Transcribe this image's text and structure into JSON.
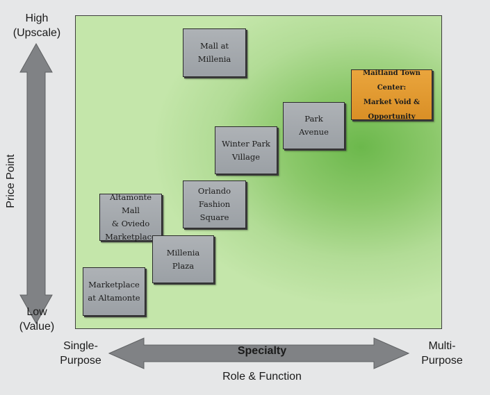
{
  "y_axis": {
    "top_label": "High\n(Upscale)",
    "bottom_label": "Low\n(Value)",
    "title": "Price Point"
  },
  "x_axis": {
    "left_label": "Single-\nPurpose",
    "right_label": "Multi-\nPurpose",
    "middle_label": "Specialty",
    "title": "Role & Function"
  },
  "colors": {
    "box_fill": "#a3a7ab",
    "highlight_fill": "#e29a30",
    "plot_green": "#8bc86a",
    "arrow_fill": "#808285"
  },
  "boxes": [
    {
      "id": "mall-at-millenia",
      "label": "Mall at\nMillenia"
    },
    {
      "id": "maitland-town-center",
      "label": "Maitland Town Center:\nMarket Void &\nOpportunity"
    },
    {
      "id": "park-avenue",
      "label": "Park\nAvenue"
    },
    {
      "id": "winter-park-village",
      "label": "Winter Park\nVillage"
    },
    {
      "id": "orlando-fashion-square",
      "label": "Orlando\nFashion\nSquare"
    },
    {
      "id": "altamonte-mall",
      "label": "Altamonte Mall\n& Oviedo\nMarketplace"
    },
    {
      "id": "millenia-plaza",
      "label": "Millenia\nPlaza"
    },
    {
      "id": "marketplace-at-altamonte",
      "label": "Marketplace\nat Altamonte"
    }
  ]
}
